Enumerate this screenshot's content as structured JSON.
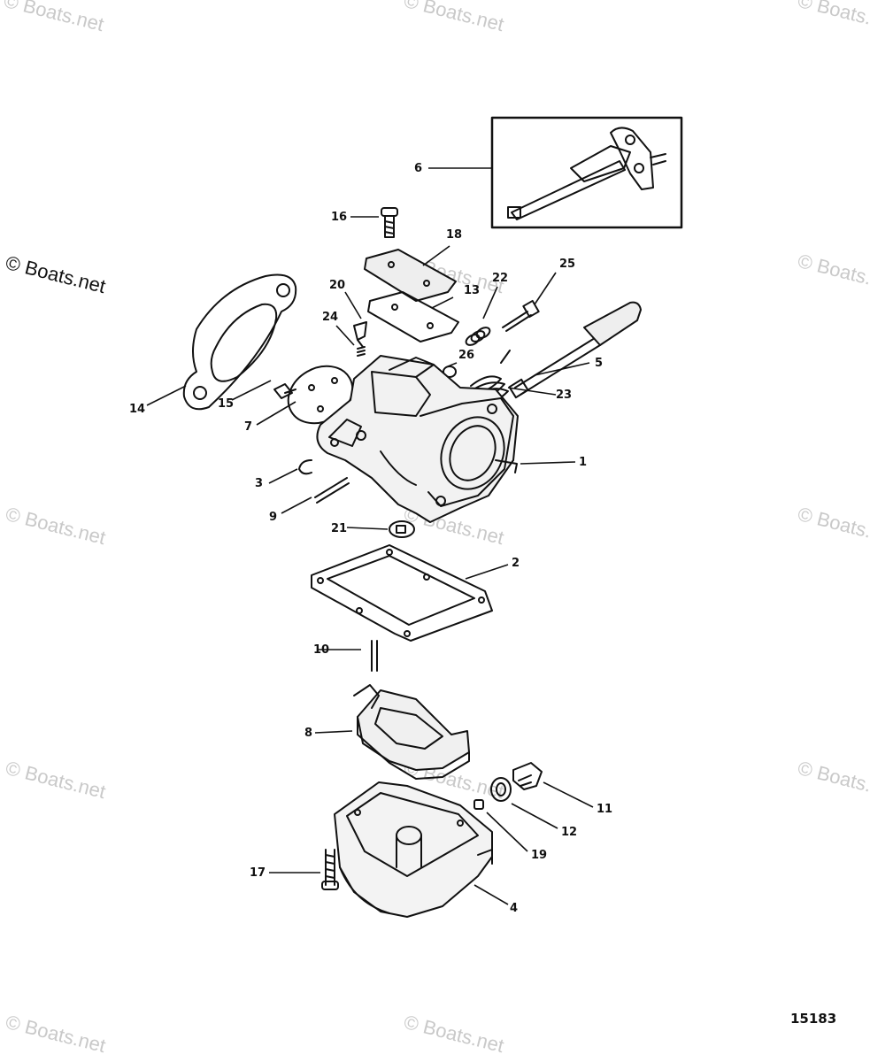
{
  "watermark": "© Boats.net",
  "figure_number": "15183",
  "callouts": [
    "1",
    "2",
    "3",
    "4",
    "5",
    "6",
    "7",
    "8",
    "9",
    "10",
    "11",
    "12",
    "13",
    "14",
    "15",
    "16",
    "17",
    "18",
    "19",
    "20",
    "21",
    "22",
    "23",
    "24",
    "25",
    "26"
  ]
}
